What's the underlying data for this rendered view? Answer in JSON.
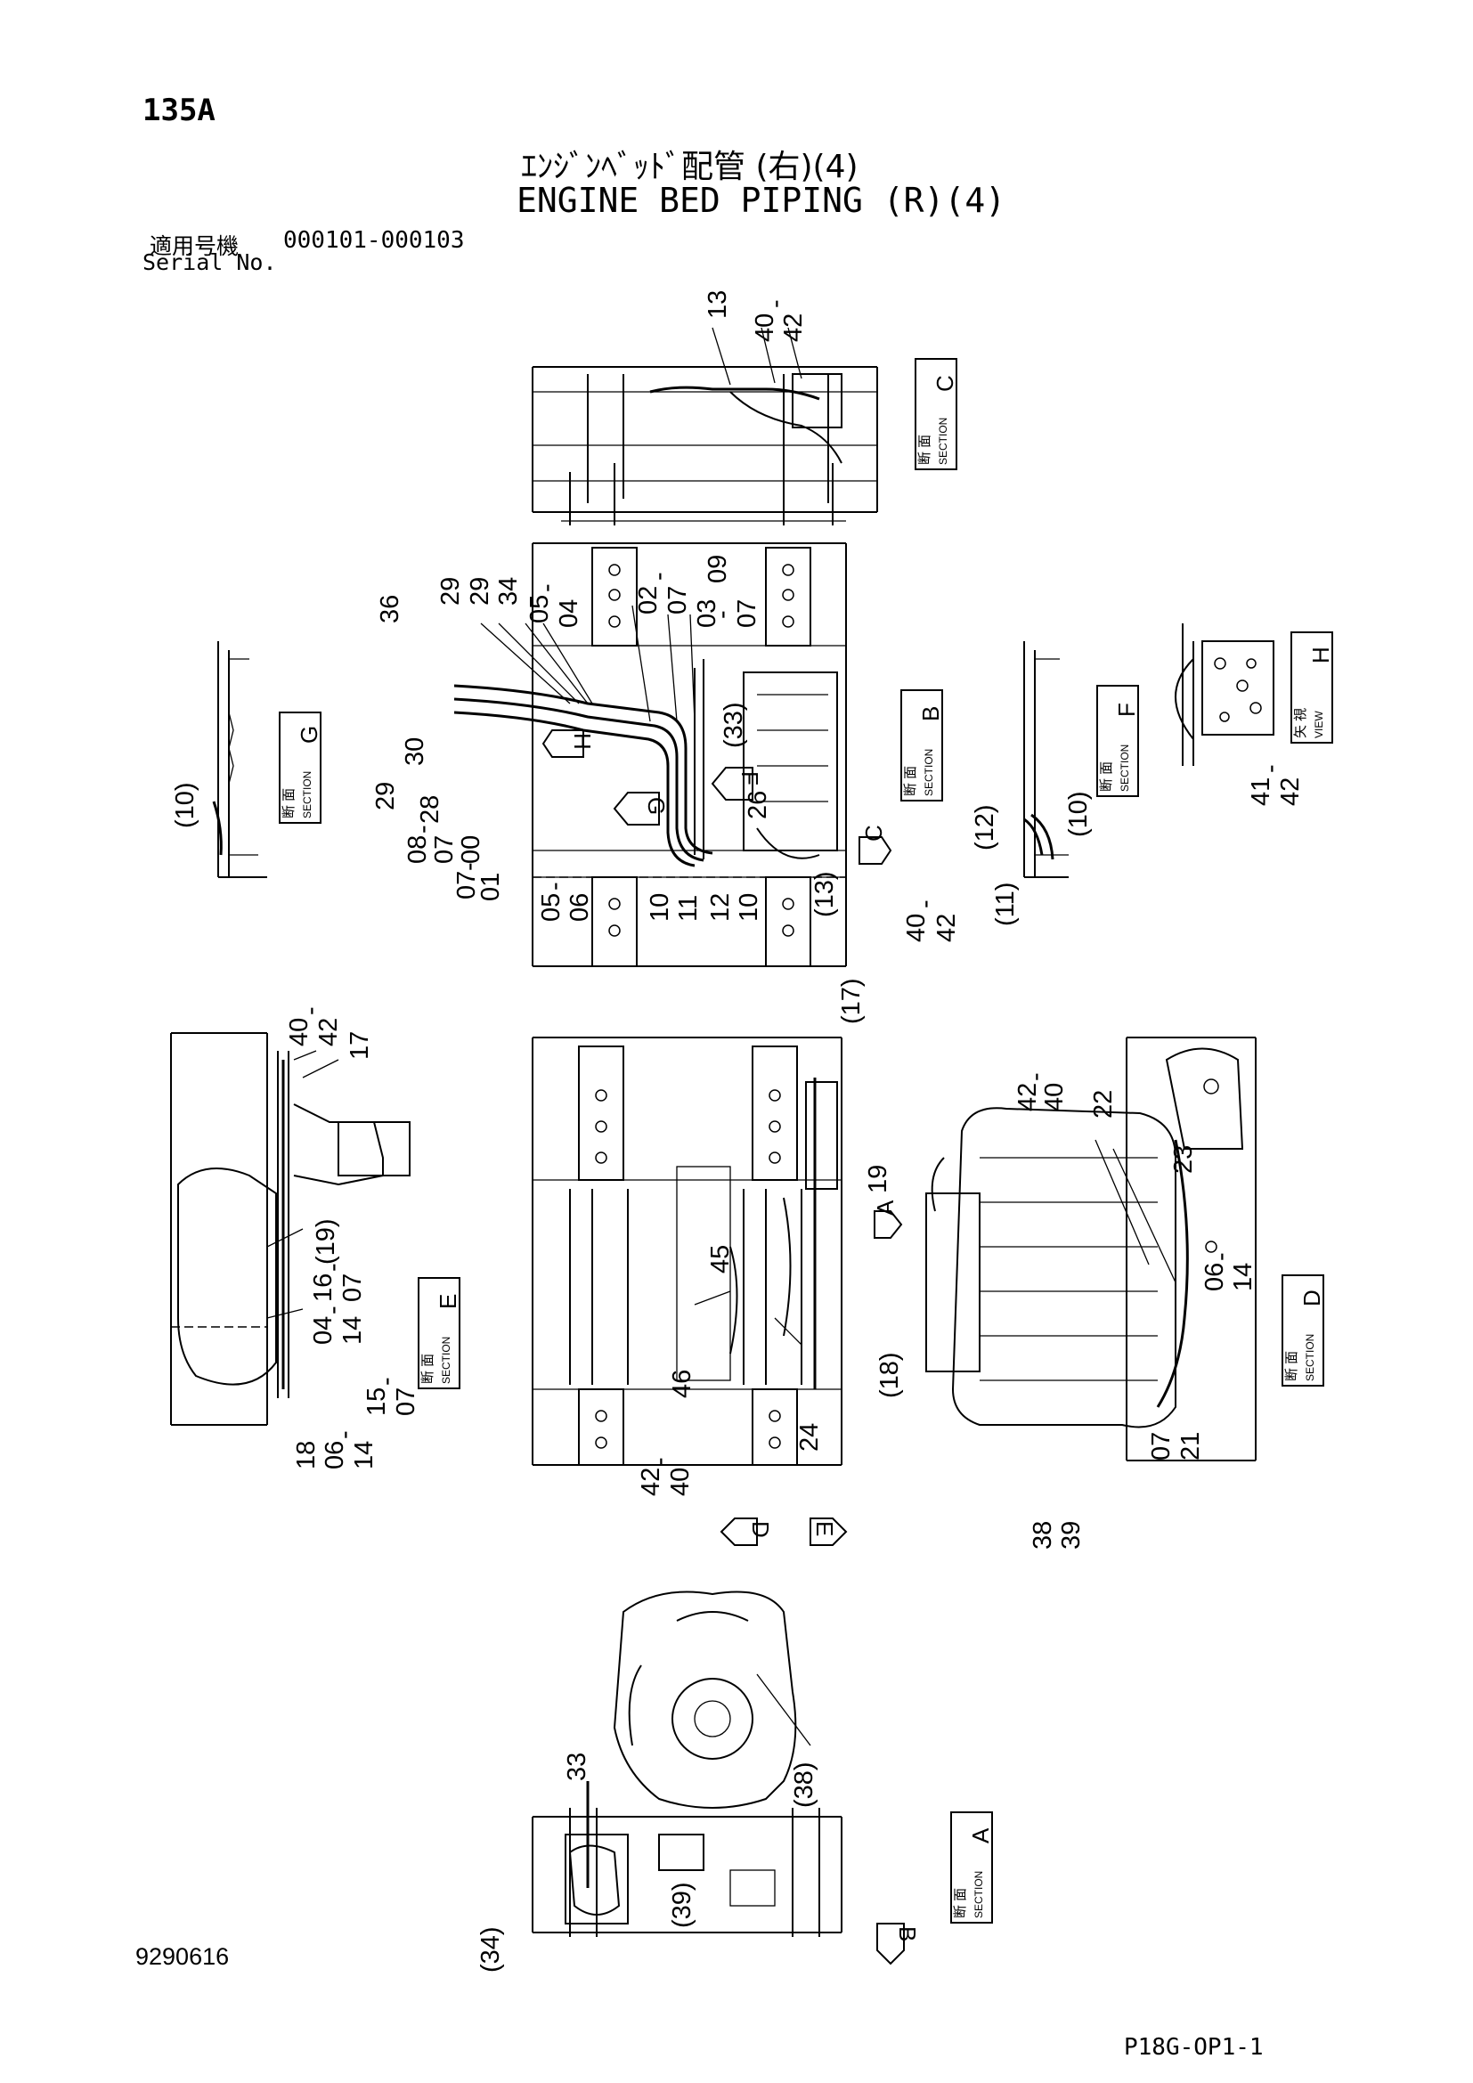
{
  "header": {
    "page_id": "135A",
    "title_jp": "ｴﾝｼﾞﾝﾍﾞｯﾄﾞ配管 (右)(4)",
    "title_en": "ENGINE BED PIPING (R)(4)",
    "serial_label_jp": "適用号機",
    "serial_range": "000101-000103",
    "serial_label_en": "Serial No."
  },
  "footer": {
    "doc_number": "9290616",
    "sheet_code": "P18G-OP1-1"
  },
  "section_boxes": [
    {
      "id": "C",
      "jp": "断 面",
      "en": "SECTION",
      "letter": "C"
    },
    {
      "id": "B",
      "jp": "断 面",
      "en": "SECTION",
      "letter": "B"
    },
    {
      "id": "G",
      "jp": "断 面",
      "en": "SECTION",
      "letter": "G"
    },
    {
      "id": "F",
      "jp": "断 面",
      "en": "SECTION",
      "letter": "F"
    },
    {
      "id": "H",
      "jp": "矢 視",
      "en": "VIEW",
      "letter": "H"
    },
    {
      "id": "E",
      "jp": "断 面",
      "en": "SECTION",
      "letter": "E"
    },
    {
      "id": "D",
      "jp": "断 面",
      "en": "SECTION",
      "letter": "D"
    },
    {
      "id": "A",
      "jp": "断 面",
      "en": "SECTION",
      "letter": "A"
    }
  ],
  "view_arrows": {
    "G": "G",
    "F": "F",
    "H": "H",
    "C": "C",
    "A": "A",
    "D": "D",
    "E": "E",
    "B": "B"
  },
  "callouts": {
    "section_c": [
      "13",
      "40",
      "-",
      "42"
    ],
    "section_b_top": [
      "36",
      "29",
      "29",
      "34",
      "05",
      "-",
      "04",
      "02",
      "-",
      "07",
      "09",
      "03",
      "-",
      "07"
    ],
    "section_b_left": [
      "30",
      "29",
      "28",
      "08",
      "-",
      "07",
      "00",
      "07",
      "-",
      "01",
      "(33)",
      "26"
    ],
    "section_b_bottom": [
      "05",
      "-",
      "06",
      "10",
      "11",
      "12",
      "10",
      "(13)",
      "40",
      "-",
      "42"
    ],
    "section_g": [
      "(10)"
    ],
    "section_f": [
      "(12)",
      "(10)",
      "(11)"
    ],
    "view_h": [
      "41",
      "-",
      "42"
    ],
    "section_e": [
      "40",
      "-",
      "42",
      "17",
      "(19)",
      "16",
      "-",
      "07",
      "04",
      "-",
      "14",
      "15",
      "-",
      "07",
      "18",
      "06",
      "-",
      "14"
    ],
    "center": [
      "(17)",
      "19",
      "45",
      "46",
      "(18)",
      "42",
      "-",
      "40",
      "24"
    ],
    "section_d": [
      "42",
      "-",
      "40",
      "22",
      "23",
      "06",
      "-",
      "14",
      "07",
      "21",
      "38",
      "39"
    ],
    "section_a": [
      "33",
      "(38)",
      "(39)",
      "(34)"
    ]
  }
}
